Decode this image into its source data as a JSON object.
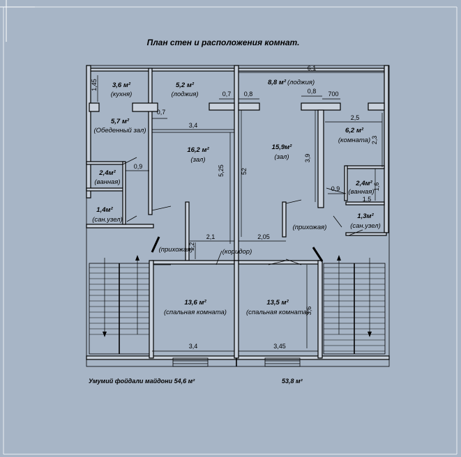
{
  "title": "План стен и расположения комнат.",
  "rooms": {
    "kitchen_area": "3,6 м²",
    "kitchen_name": "(кухня)",
    "loggia1_area": "5,2 м²",
    "loggia1_name": "(лоджия)",
    "loggia2_area": "8,8 м²",
    "loggia2_name": "(лоджия)",
    "dining_area": "5,7 м²",
    "dining_name": "(Обеденный зал)",
    "hall1_area": "16,2 м²",
    "hall1_name": "(зал)",
    "hall2_area": "15,9м²",
    "hall2_name": "(зал)",
    "room_area": "6,2 м²",
    "room_name": "(комната)",
    "bath1_area": "2,4м²",
    "bath1_name": "(ванная)",
    "bath2_area": "2,4м²",
    "bath2_name": "(ванная)",
    "wc1_area": "1,4м²",
    "wc1_name": "(сан.узел)",
    "wc2_area": "1,3м²",
    "wc2_name": "(сан.узел)",
    "foyer1_name": "(прихожая)",
    "foyer2_name": "(прихожая)",
    "corridor_name": "(коридор)",
    "bed1_area": "13,6 м²",
    "bed1_name": "(спальная комната)",
    "bed2_area": "13,5 м²",
    "bed2_name": "(спальная комната)"
  },
  "dimensions": {
    "d_6_1": "6,1",
    "d_1_45": "1,45",
    "d_0_7a": "0,7",
    "d_0_8a": "0,8",
    "d_0_8b": "0,8",
    "d_700": "700",
    "d_0_7b": "0,7",
    "d_3_4top": "3,4",
    "d_2_5": "2,5",
    "d_2_3": "2,3",
    "d_5_25": "5,25",
    "d_52": "52",
    "d_3_9": "3,9",
    "d_0_9a": "0,9",
    "d_0_9b": "0,9",
    "d_1_5": "1,5",
    "d_1_6": "1,6",
    "d_2_1": "2,1",
    "d_2_05": "2,05",
    "d_1_2": "1,2",
    "d_3_4bot": "3,4",
    "d_3_45": "3,45",
    "d_3_6": "3,6"
  },
  "footer": {
    "total_label": "Умумий фойдали майдони  54,6 м²",
    "total2": "53,8 м²"
  }
}
